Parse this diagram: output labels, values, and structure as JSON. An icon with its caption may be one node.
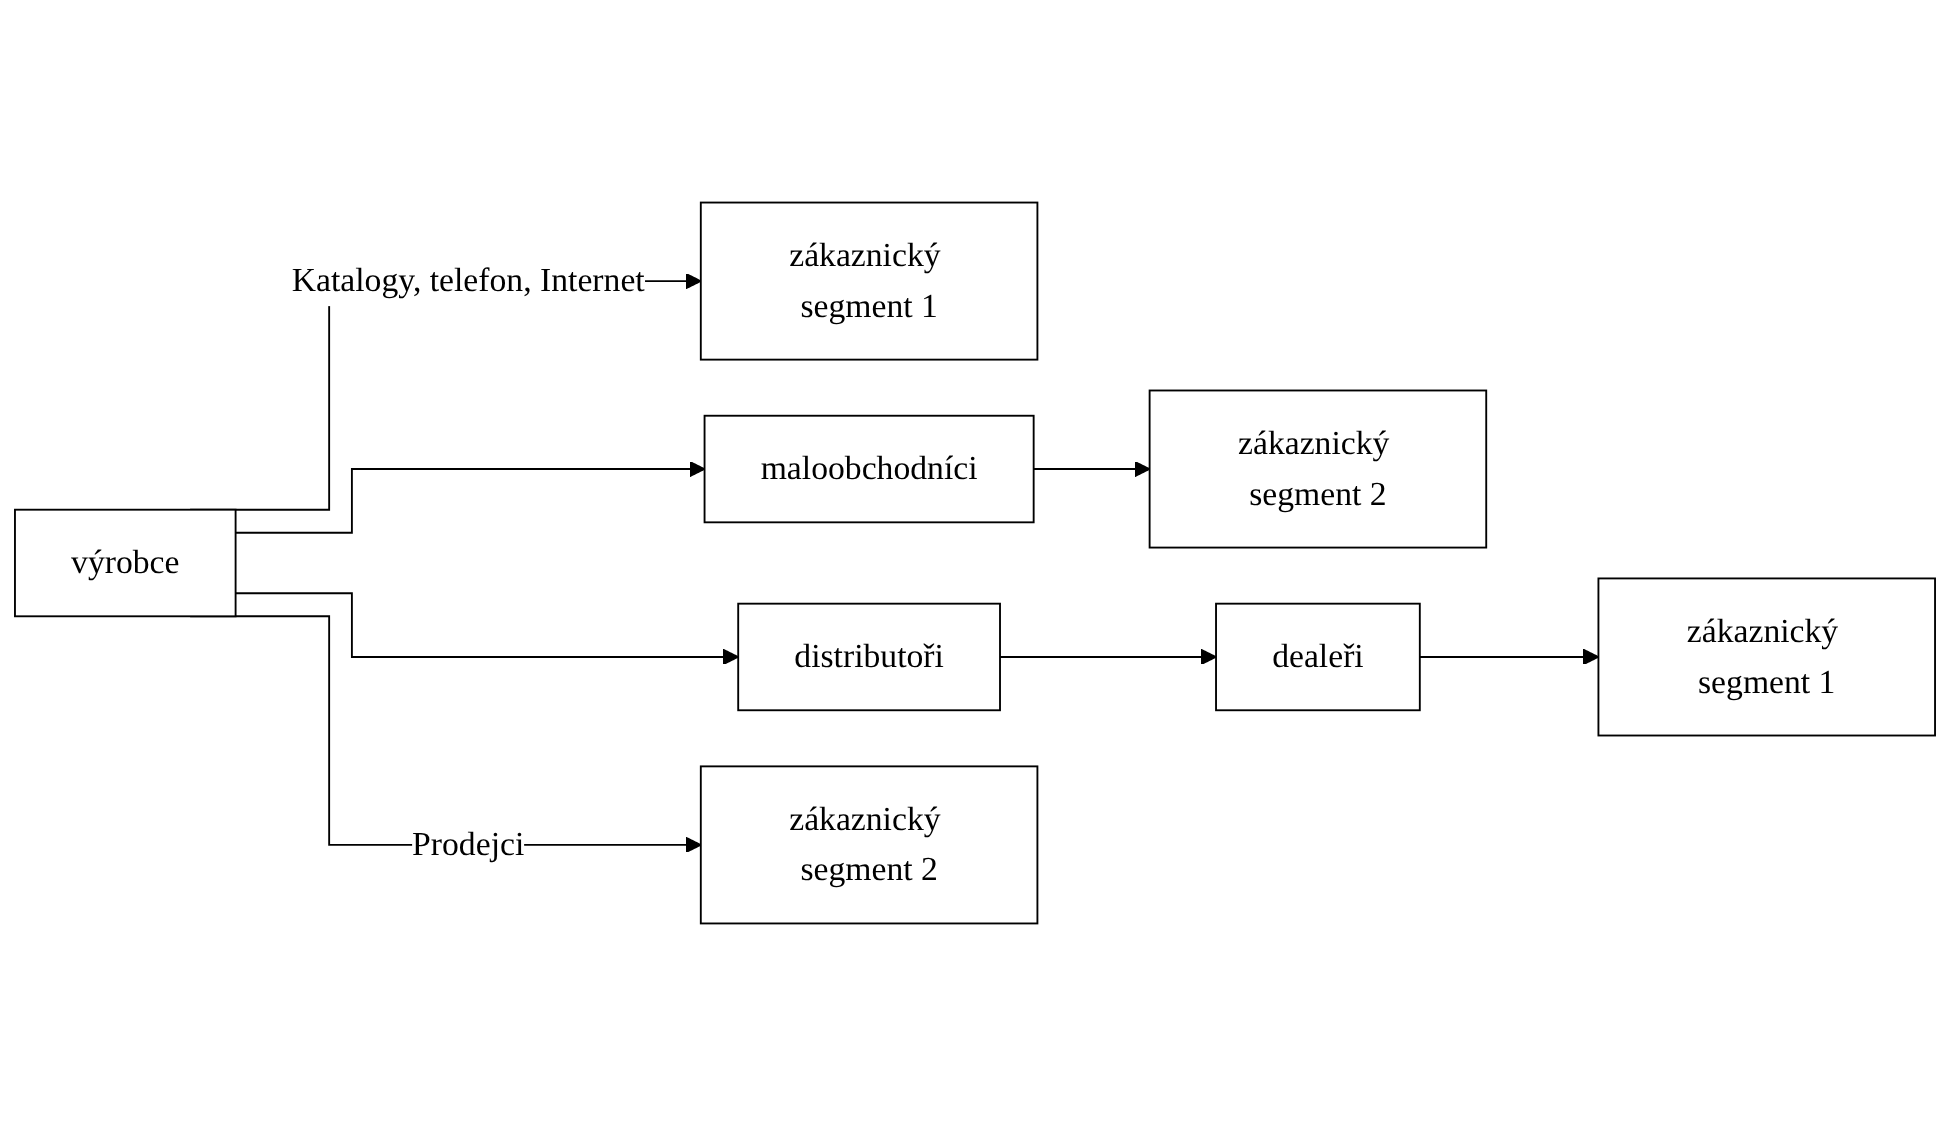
{
  "diagram": {
    "nodes": [
      {
        "text": [
          "výrobce"
        ]
      },
      {
        "text": [
          "zákaznický segment 1"
        ]
      },
      {
        "text": [
          "maloobchodníci"
        ]
      },
      {
        "text": [
          "zákaznický segment 2"
        ]
      },
      {
        "text": [
          "distributoři"
        ]
      },
      {
        "text": [
          "dealeři"
        ]
      },
      {
        "text": [
          "zákaznický segment 1"
        ]
      },
      {
        "text": [
          "zákaznický segment 2"
        ]
      }
    ],
    "edges": [
      {
        "from": 0,
        "to": 1,
        "arrow": "to",
        "label": "Katalogy, telefon, Internet"
      },
      {
        "from": 0,
        "to": 2,
        "arrow": "to"
      },
      {
        "from": 2,
        "to": 3,
        "arrow": "to"
      },
      {
        "from": 0,
        "to": 4,
        "arrow": "to"
      },
      {
        "from": 4,
        "to": 5,
        "arrow": "to"
      },
      {
        "from": 5,
        "to": 6,
        "arrow": "to"
      },
      {
        "from": 0,
        "to": 7,
        "arrow": "to",
        "label": "Prodejci"
      }
    ]
  }
}
